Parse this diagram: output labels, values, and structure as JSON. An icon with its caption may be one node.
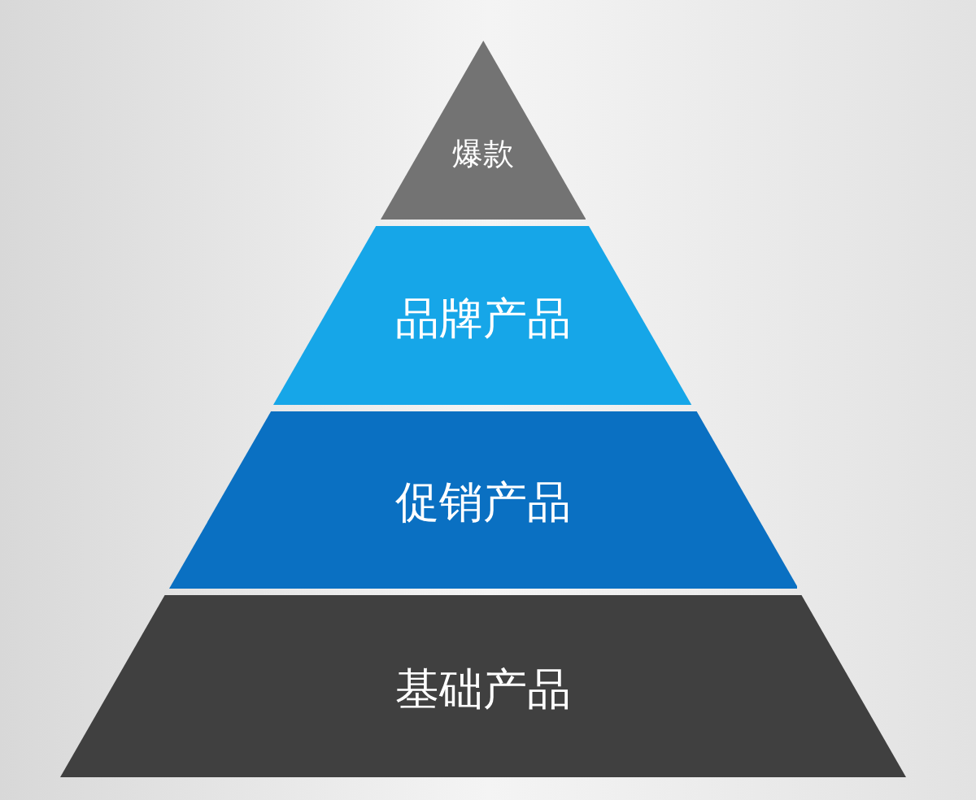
{
  "diagram": {
    "nodes": [
      {
        "text": [
          "爆款"
        ]
      },
      {
        "text": [
          "品牌产品"
        ]
      },
      {
        "text": [
          "促销产品"
        ]
      },
      {
        "text": [
          "基础产品"
        ]
      }
    ]
  }
}
